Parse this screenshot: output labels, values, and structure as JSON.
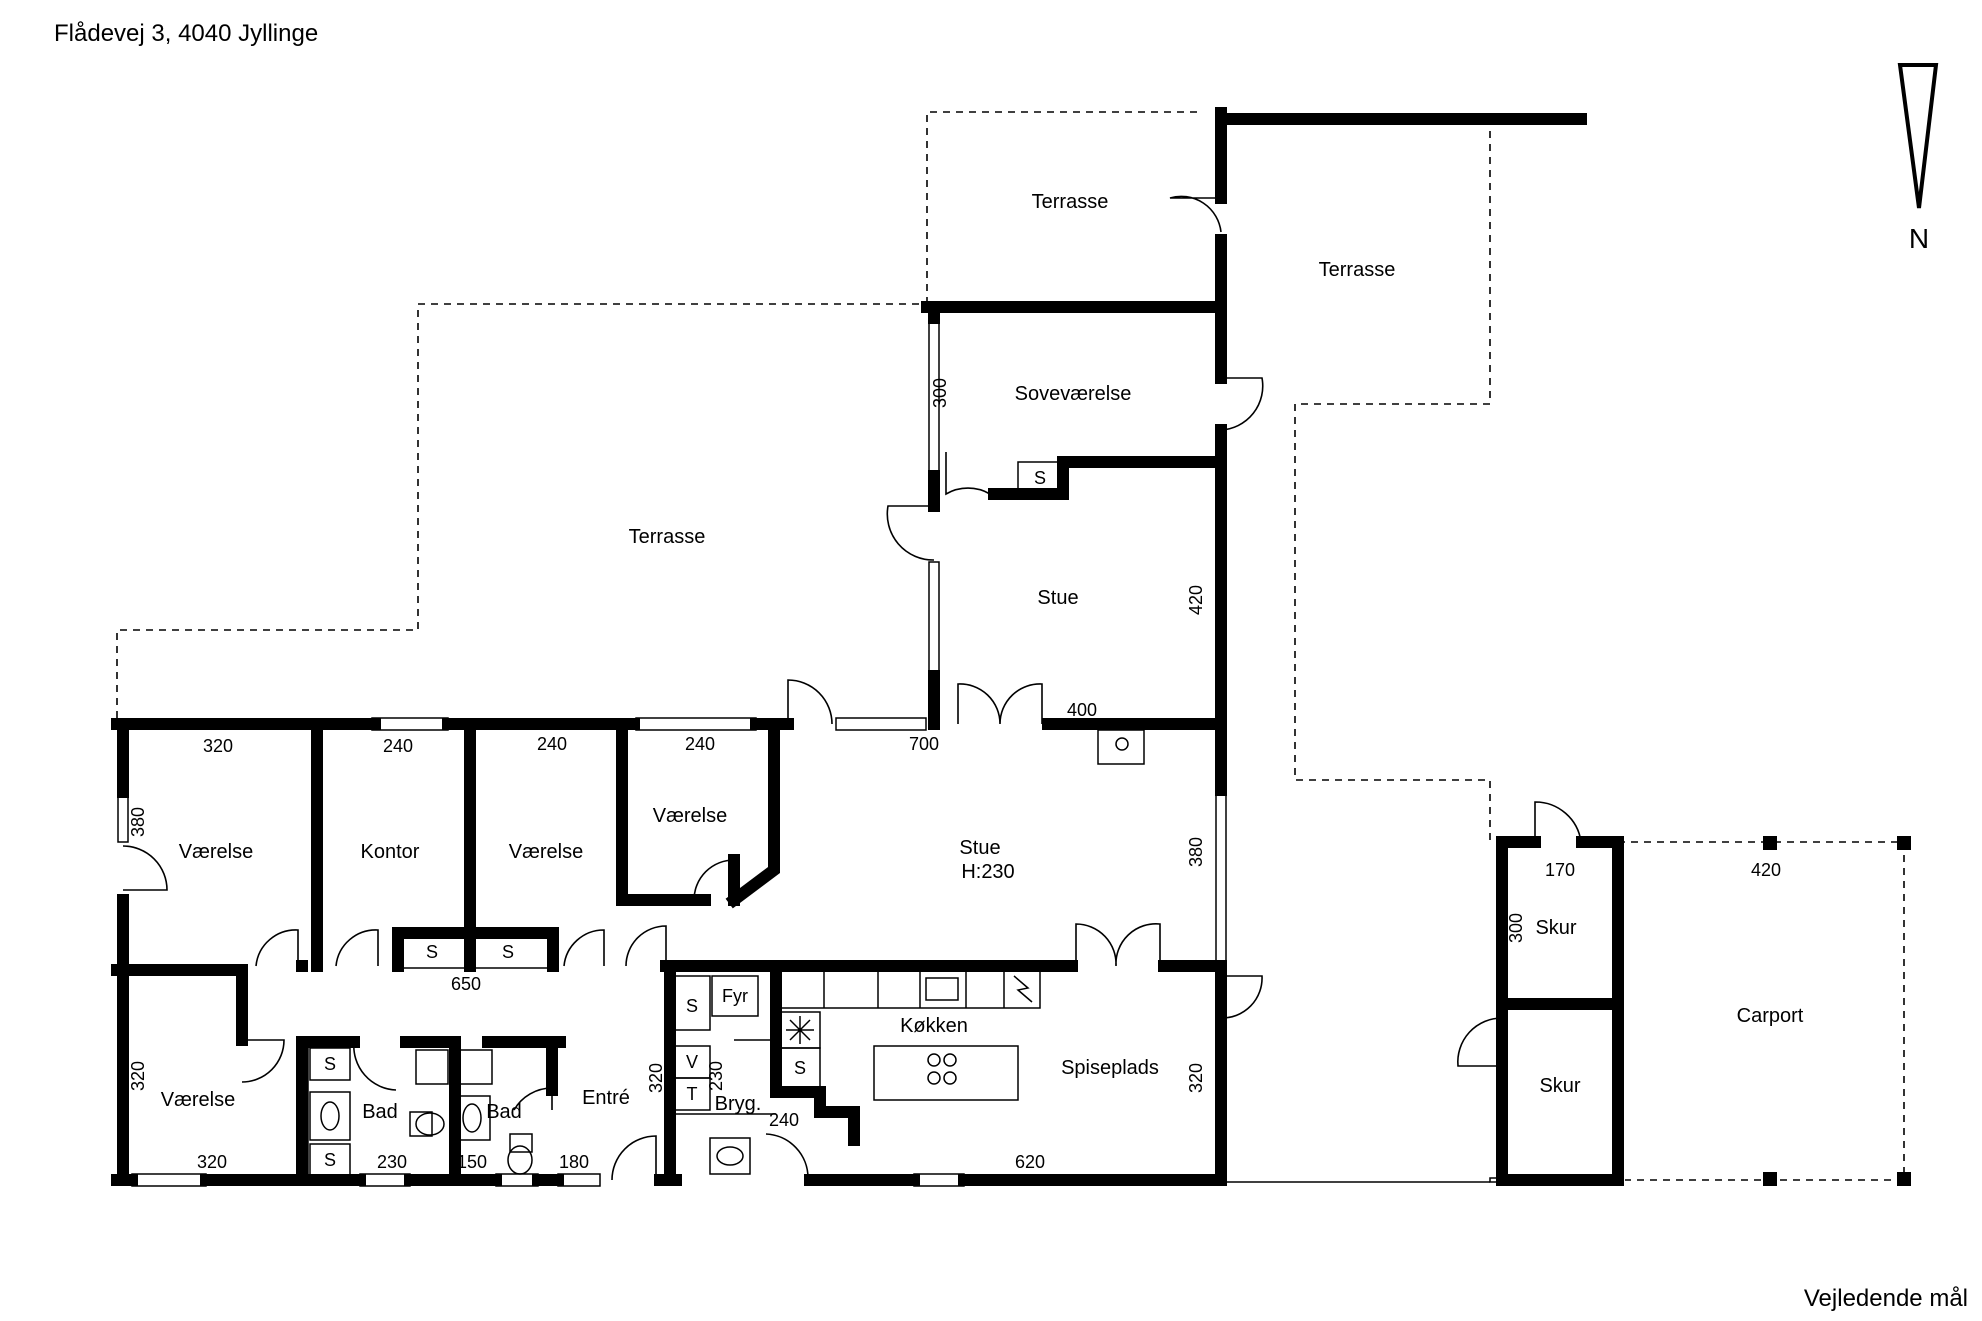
{
  "address": "Flådevej 3, 4040 Jyllinge",
  "footer_note": "Vejledende mål",
  "north_label": "N",
  "rooms": {
    "terrasse_top": "Terrasse",
    "terrasse_right": "Terrasse",
    "terrasse_main": "Terrasse",
    "sovevaerelse": "Soveværelse",
    "stue_upper": "Stue",
    "stue_main": "Stue",
    "stue_height": "H:230",
    "vaerelse_1": "Værelse",
    "kontor": "Kontor",
    "vaerelse_2": "Værelse",
    "vaerelse_3": "Værelse",
    "vaerelse_4": "Værelse",
    "bad_1": "Bad",
    "bad_2": "Bad",
    "entre": "Entré",
    "bryg": "Bryg.",
    "kokken": "Køkken",
    "spiseplads": "Spiseplads",
    "skur_1": "Skur",
    "skur_2": "Skur",
    "carport": "Carport"
  },
  "fixtures": {
    "s": "S",
    "fyr": "Fyr",
    "v": "V",
    "t": "T"
  },
  "dimensions": {
    "sove_h": "300",
    "stue_upper_h": "420",
    "stue_upper_w": "400",
    "stue_w": "700",
    "stue_h": "380",
    "v1_w": "320",
    "v1_h": "380",
    "kontor_w": "240",
    "v2_w": "240",
    "v3_w": "240",
    "hall_w": "650",
    "v4_h": "320",
    "v4_w": "320",
    "bad1_w": "230",
    "bad2_w": "150",
    "entre_w": "180",
    "entre_h": "320",
    "bryg_h": "230",
    "bryg_w": "240",
    "kok_w": "620",
    "spise_h": "320",
    "skur_w": "170",
    "skur_h": "300",
    "carport_w": "420"
  }
}
